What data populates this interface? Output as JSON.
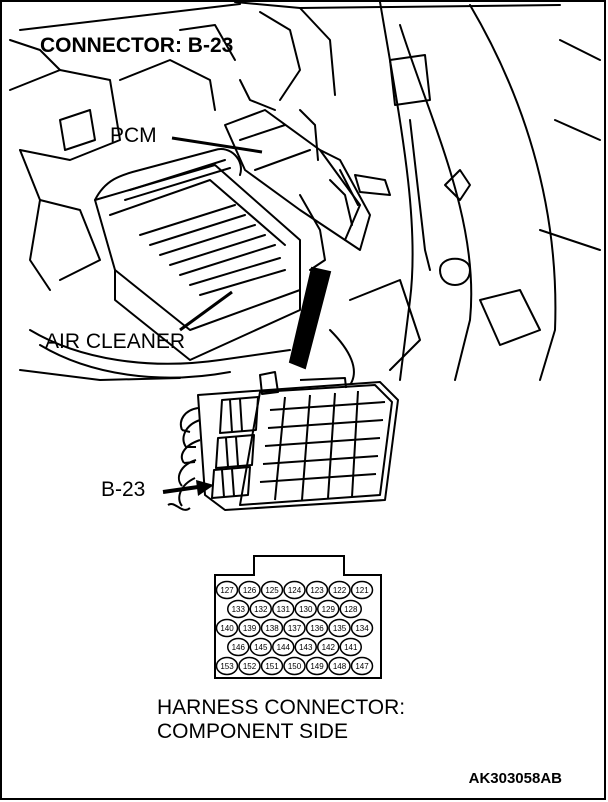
{
  "title": "CONNECTOR: B-23",
  "labels": {
    "pcm": "PCM",
    "air_cleaner": "AIR CLEANER",
    "connector_id": "B-23",
    "harness_line1": "HARNESS CONNECTOR:",
    "harness_line2": "COMPONENT SIDE"
  },
  "figure_code": "AK303058AB",
  "pin_rows": [
    [
      "127",
      "126",
      "125",
      "124",
      "123",
      "122",
      "121"
    ],
    [
      "133",
      "132",
      "131",
      "130",
      "129",
      "128"
    ],
    [
      "140",
      "139",
      "138",
      "137",
      "136",
      "135",
      "134"
    ],
    [
      "146",
      "145",
      "144",
      "143",
      "142",
      "141"
    ],
    [
      "153",
      "152",
      "151",
      "150",
      "149",
      "148",
      "147"
    ]
  ]
}
